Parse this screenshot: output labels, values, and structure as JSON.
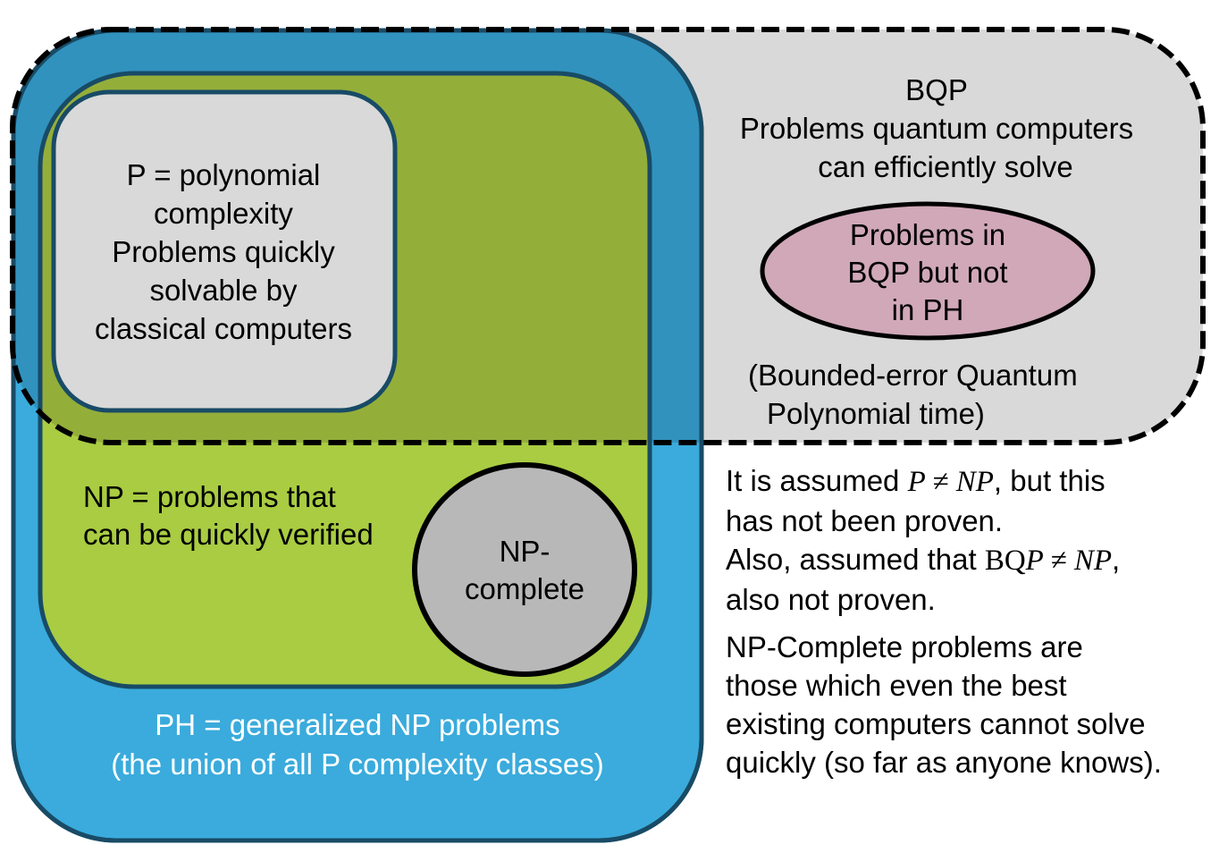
{
  "colors": {
    "ph_fill": "#3aabdc",
    "ph_overlap_fill": "#3192be",
    "np_fill": "#a9cc42",
    "np_overlap_fill": "#94ae3a",
    "p_fill": "#d9d9d9",
    "bqp_fill": "#d9d9d9",
    "outline": "#184b66",
    "bqp_only_fill": "#d0a8b8",
    "np_complete_fill": "#b8b8b8",
    "dash": "#000000"
  },
  "regions": {
    "p": {
      "lines": [
        "P = polynomial",
        "complexity",
        "Problems quickly",
        "solvable by",
        "classical computers"
      ]
    },
    "np": {
      "lines": [
        "NP = problems that",
        "can be quickly verified"
      ]
    },
    "np_complete": {
      "lines": [
        "NP-",
        "complete"
      ]
    },
    "ph": {
      "lines": [
        "PH = generalized NP problems",
        "(the union of all P complexity classes)"
      ]
    },
    "bqp": {
      "title_lines": [
        "BQP",
        "Problems quantum computers",
        "can efficiently solve"
      ],
      "subtitle_lines": [
        "(Bounded-error Quantum",
        "Polynomial time)"
      ]
    },
    "bqp_not_ph": {
      "lines": [
        "Problems in",
        "BQP but not",
        "in PH"
      ]
    }
  },
  "notes": {
    "line1_pre": "It is assumed ",
    "line1_math": "P ≠ NP",
    "line1_post": ", but this",
    "line2": "has not been proven.",
    "line3_pre": "Also, assumed that ",
    "line3_math_bqp": "BQ",
    "line3_math_rest": "P ≠ NP",
    "line3_post": ",",
    "line4": "also not proven.",
    "para2": [
      "NP-Complete problems are",
      "those which even the best",
      "existing computers cannot solve",
      "quickly (so far as anyone knows)."
    ]
  }
}
